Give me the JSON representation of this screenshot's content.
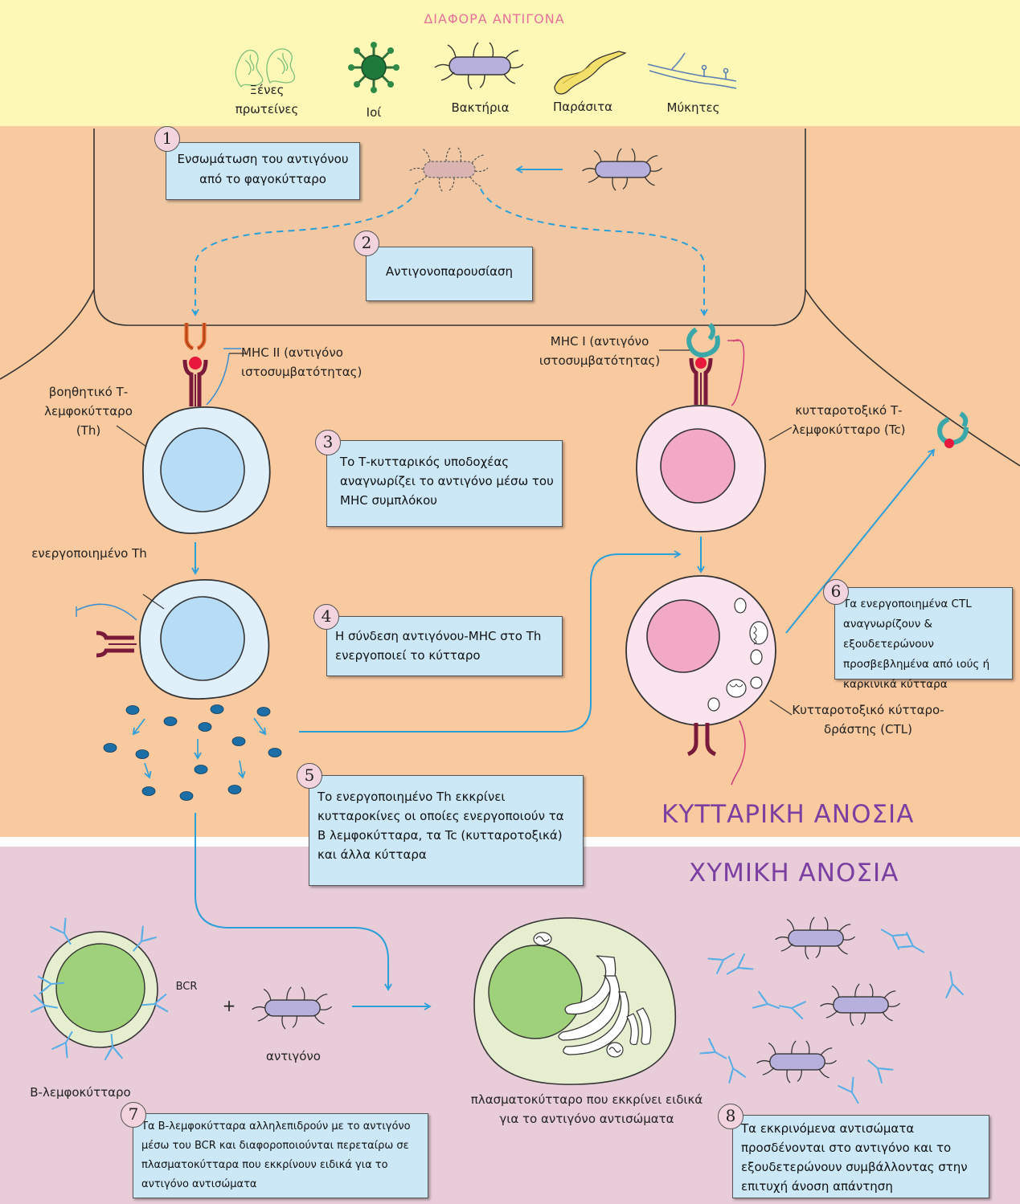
{
  "header": {
    "title": "ΔΙΑΦΟΡΑ ΑΝΤΙΓΟΝΑ",
    "antigens": [
      {
        "label": "Ξένες πρωτείνες",
        "icon": "protein-icon"
      },
      {
        "label": "Ιοί",
        "icon": "virus-icon"
      },
      {
        "label": "Βακτήρια",
        "icon": "bacterium-icon"
      },
      {
        "label": "Παράσιτα",
        "icon": "parasite-icon"
      },
      {
        "label": "Μύκητες",
        "icon": "fungus-icon"
      }
    ]
  },
  "steps": [
    {
      "number": "1",
      "text": "Ενσωμάτωση του αντιγόνου από το φαγοκύτταρο"
    },
    {
      "number": "2",
      "text": "Αντιγονοπαρουσίαση"
    },
    {
      "number": "3",
      "text": "Το Τ-κυτταρικός υποδοχέας αναγνωρίζει το αντιγόνο μέσω του MHC συμπλόκου"
    },
    {
      "number": "4",
      "text": "Η σύνδεση αντιγόνου-MHC στο Th ενεργοποιεί το κύτταρο"
    },
    {
      "number": "5",
      "text": "Το ενεργοποιημένο Th εκκρίνει κυτταροκίνες οι οποίες ενεργοποιούν τα Β λεμφοκύτταρα, τα Tc (κυτταροτοξικά) και άλλα κύτταρα"
    },
    {
      "number": "6",
      "text": "Τα ενεργοποιημένα CTL αναγνωρίζουν & εξουδετερώνουν προσβεβλημένα από ιούς ή καρκινικά κύτταρα"
    },
    {
      "number": "7",
      "text": "Τα Β-λεμφοκύτταρα αλληλεπιδρούν με το αντιγόνο μέσω του BCR και διαφοροποιούνται περεταίρω σε πλασματοκύτταρα που εκκρίνουν ειδικά για το αντιγόνο αντισώματα"
    },
    {
      "number": "8",
      "text": "Τα εκκρινόμενα αντισώματα προσδένονται στο αντιγόνο και το εξουδετερώνουν συμβάλλοντας στην επιτυχή άνοση απάντηση"
    }
  ],
  "labels": {
    "mhc2": "MHC II (αντιγόνο ιστοσυμβατότητας)",
    "mhc1": "MHC I (αντιγόνο ιστοσυμβατότητας)",
    "th": "βοηθητικό Τ-λεμφοκύτταρο (Th)",
    "tc": "κυτταροτοξικό Τ-λεμφοκύτταρο (Tc)",
    "activated_th": "ενεργοποιημένο Th",
    "ctl": "Κυτταροτοξικό κύτταρο-δράστης (CTL)",
    "bcr": "BCR",
    "antigen": "αντιγόνο",
    "b_cell": "Β-λεμφοκύτταρο",
    "plasma_cell": "πλασματοκύτταρο που εκκρίνει ειδικά για το αντιγόνο αντισώματα",
    "plus": "+"
  },
  "sections": {
    "cellular": "ΚΥΤΤΑΡΙΚΗ ΑΝΟΣΙΑ",
    "humoral": "ΧΥΜΙΚΗ ΑΝΟΣΙΑ"
  },
  "colors": {
    "header_bg": "#fdf8b6",
    "cellular_bg": "#f9c9a0",
    "humoral_bg": "#e8cdd9",
    "box_bg": "#cce8f7",
    "arrow": "#2a9fd8",
    "title_pink": "#e9709a",
    "section_purple": "#7a3fa0"
  }
}
